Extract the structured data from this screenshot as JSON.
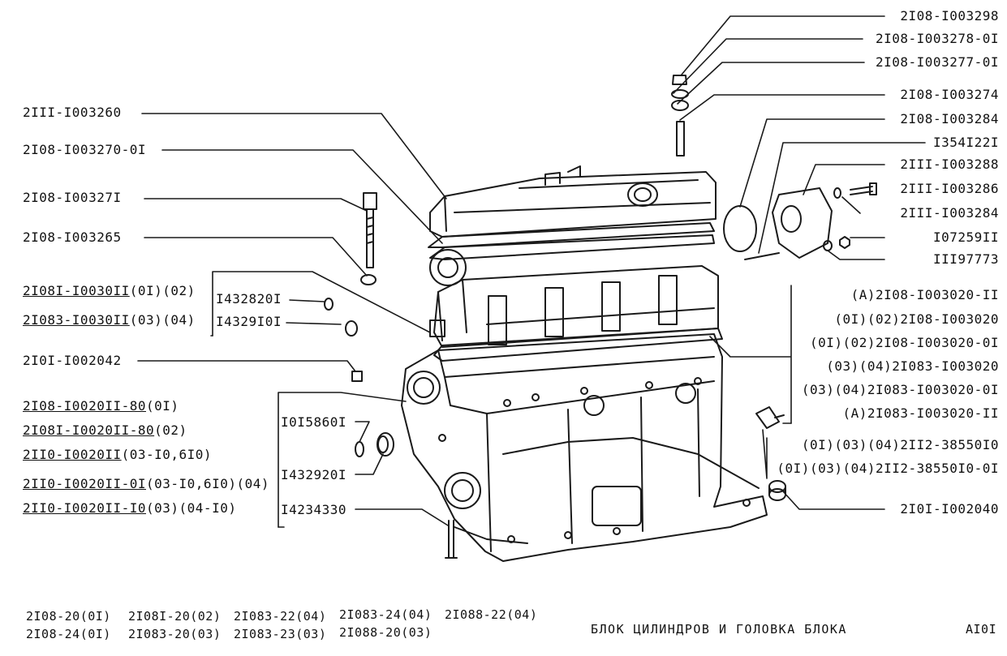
{
  "left_labels": [
    "2III-I003260",
    "2I08-I003270-0I",
    "2I08-I00327I",
    "2I08-I003265",
    "2I0I-I002042",
    "I0I5860I",
    "I432920I",
    "I4234330",
    "I432820I",
    "I4329I0I"
  ],
  "left_group1": [
    {
      "code": "2I08I-I0030II",
      "note": "(0I)(02)"
    },
    {
      "code": "2I083-I0030II",
      "note": "(03)(04)"
    }
  ],
  "left_group2": [
    {
      "code": "2I08-I0020II-80",
      "note": "(0I)"
    },
    {
      "code": "2I08I-I0020II-80",
      "note": "(02)"
    },
    {
      "code": "2II0-I0020II",
      "note": "(03-I0,6I0)"
    },
    {
      "code": "2II0-I0020II-0I",
      "note": "(03-I0,6I0)(04)"
    },
    {
      "code": "2II0-I0020II-I0",
      "note": "(03)(04-I0)"
    }
  ],
  "right_labels": [
    "2I08-I003298",
    "2I08-I003278-0I",
    "2I08-I003277-0I",
    "2I08-I003274",
    "2I08-I003284",
    "I354I22I",
    "2III-I003288",
    "2III-I003286",
    "2III-I003284",
    "I07259II",
    "III97773",
    "2I0I-I002040"
  ],
  "right_group_block": [
    "(A)2I08-I003020-II",
    "(0I)(02)2I08-I003020",
    "(0I)(02)2I08-I003020-0I",
    "(03)(04)2I083-I003020",
    "(03)(04)2I083-I003020-0I",
    "(A)2I083-I003020-II"
  ],
  "right_group_sensor": [
    "(0I)(03)(04)2II2-38550I0",
    "(0I)(03)(04)2II2-38550I0-0I"
  ],
  "footer": {
    "models_row1": [
      "2I08-20(0I)",
      "2I08I-20(02)",
      "2I083-22(04)",
      "2I083-24(04)",
      "2I088-22(04)"
    ],
    "models_row2": [
      "2I08-24(0I)",
      "2I083-20(03)",
      "2I083-23(03)",
      "2I088-20(03)"
    ],
    "title": "БЛОК ЦИЛИНДРОВ И  ГОЛОВКА БЛОКА",
    "page_code": "AI0I"
  }
}
